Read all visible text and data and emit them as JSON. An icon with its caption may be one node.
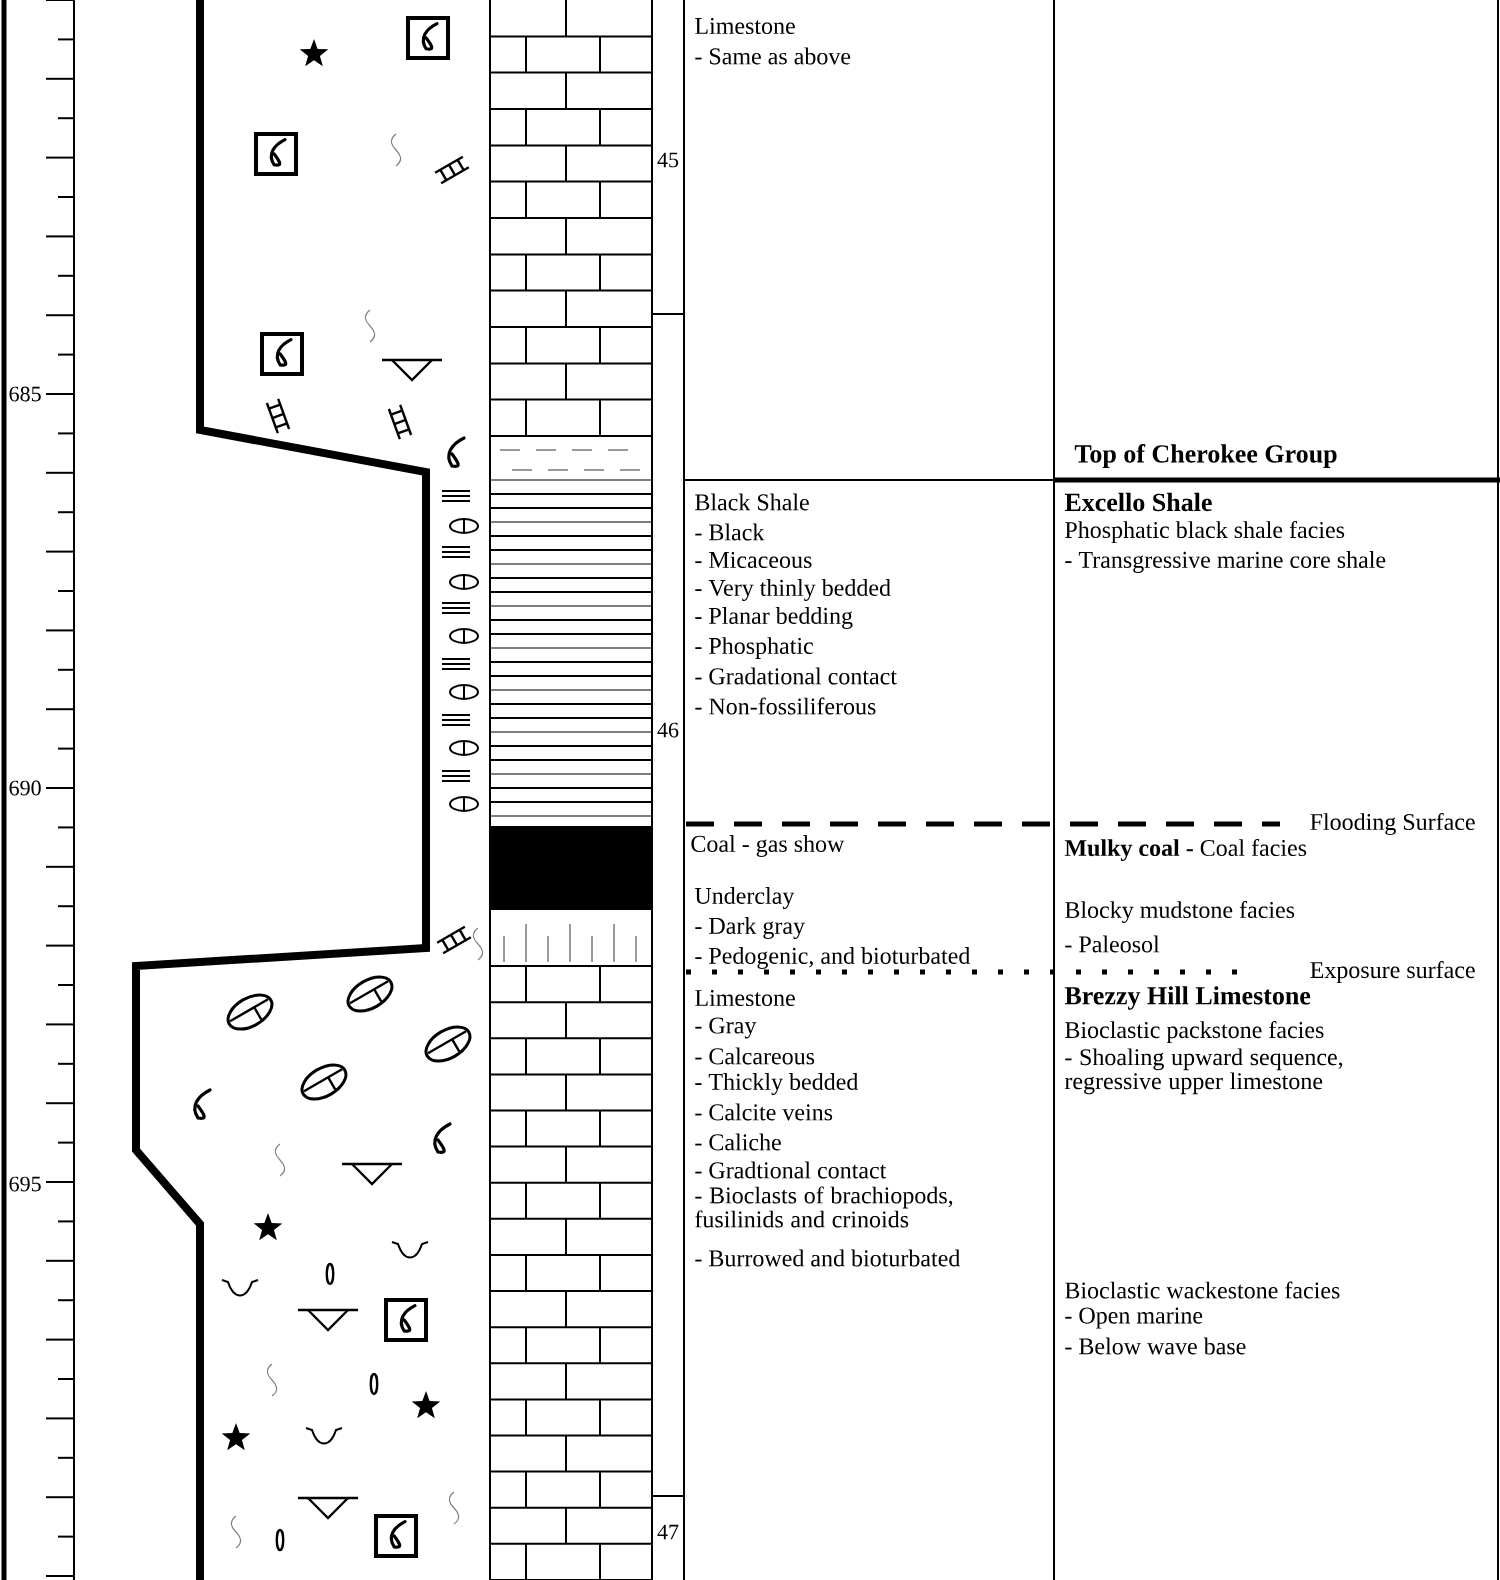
{
  "diagram": {
    "labels": [
      "685",
      "690",
      "695",
      "45",
      "46",
      "47",
      "Limestone",
      "- Same as above",
      "Black Shale",
      "- Black",
      "- Micaceous",
      "- Very thinly bedded",
      "- Planar bedding",
      "- Phosphatic",
      "- Gradational contact",
      "- Non-fossiliferous",
      "Coal - gas show",
      "Underclay",
      "- Dark gray",
      "- Pedogenic, and bioturbated",
      "Limestone",
      "- Gray",
      "- Calcareous",
      "- Thickly bedded",
      "- Calcite veins",
      "- Caliche",
      "- Gradtional contact",
      "- Bioclasts of brachiopods, fusilinids and crinoids",
      "- Burrowed and bioturbated",
      "Top of Cherokee Group",
      "Excello Shale",
      "Phosphatic black shale facies",
      "- Transgressive marine core shale",
      "Flooding Surface",
      "**Mulky coal -** Coal facies",
      "Blocky mudstone facies",
      "- Paleosol",
      "Exposure surface",
      "Brezzy Hill Limestone",
      "Bioclastic packstone facies",
      "- Shoaling upward sequence, regressive upper limestone",
      "Bioclastic wackestone facies",
      "- Open marine",
      "- Below wave base"
    ]
  }
}
